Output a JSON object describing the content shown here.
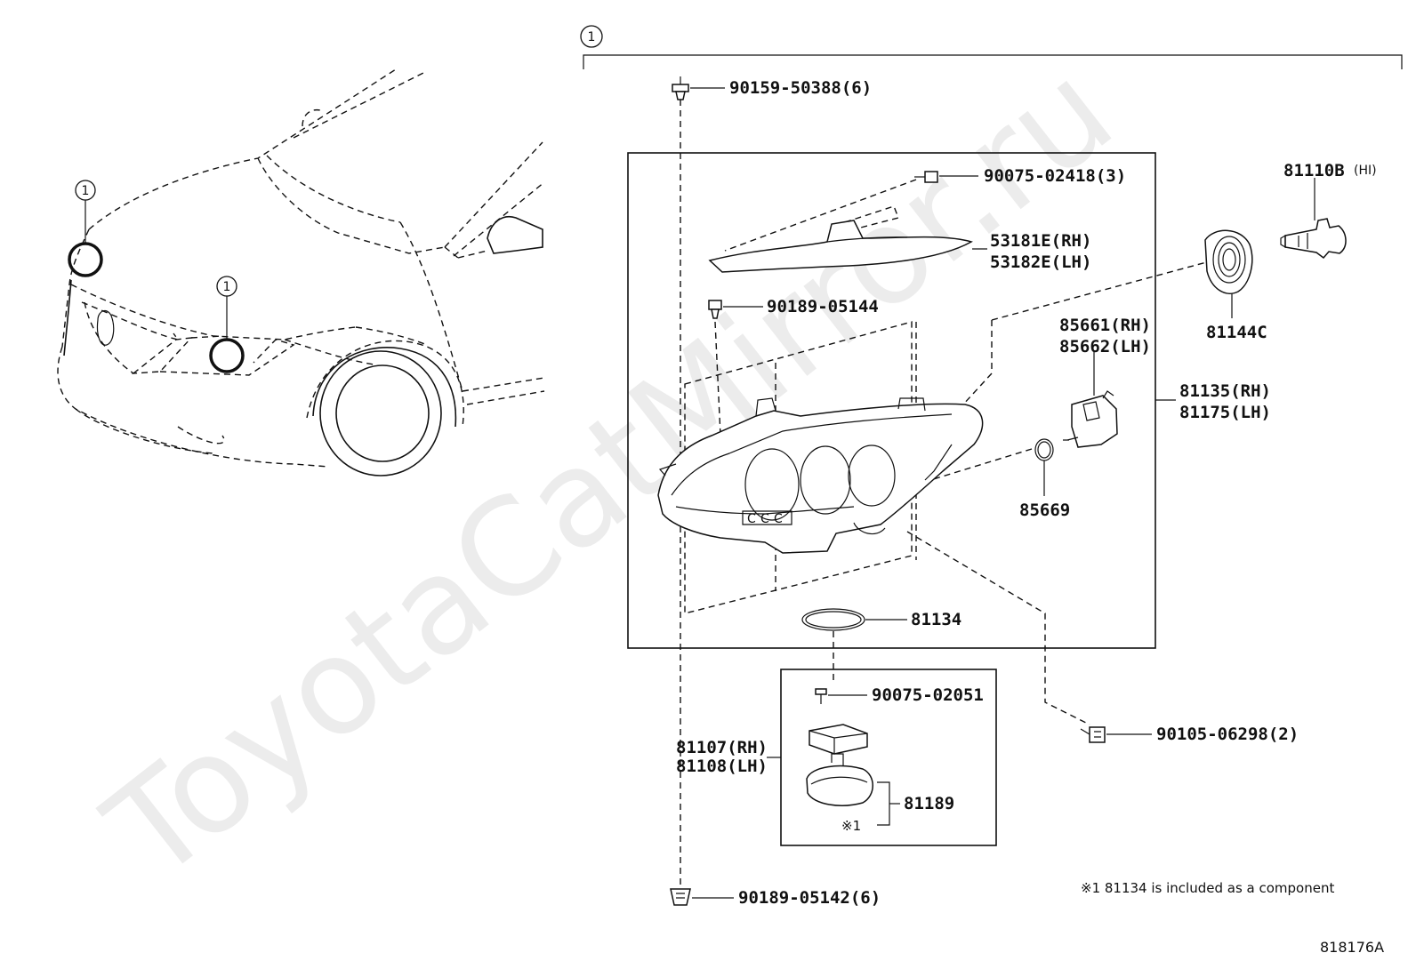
{
  "watermark": "ToyotaCatMirror.ru",
  "callout_symbol": "1",
  "labels": {
    "bolt_top": "90159-50388(6)",
    "screw_small": "90075-02418(3)",
    "cover_rh": "53181E(RH)",
    "cover_lh": "53182E(LH)",
    "bulb": "81110B",
    "bulb_suffix": "(HI)",
    "bolt_mid": "90189-05144",
    "socket_cap": "81144C",
    "actuator_rh": "85661(RH)",
    "actuator_lh": "85662(LH)",
    "headlamp_rh": "81135(RH)",
    "headlamp_lh": "81175(LH)",
    "oring_small": "85669",
    "gasket": "81134",
    "screw_ecu": "90075-02051",
    "bolt_side": "90105-06298(2)",
    "ecu_rh": "81107(RH)",
    "ecu_lh": "81108(LH)",
    "bracket": "81189",
    "bracket_note_mark": "※1",
    "bolt_bottom": "90189-05142(6)"
  },
  "footnote": "※1 81134 is included as a component",
  "diagram_code": "818176A",
  "icons": [
    "callout-circle-icon",
    "bolt-icon",
    "screw-icon",
    "bulb-icon",
    "socket-cap-icon",
    "actuator-icon",
    "o-ring-icon",
    "headlamp-icon",
    "ecu-icon",
    "bracket-icon"
  ]
}
